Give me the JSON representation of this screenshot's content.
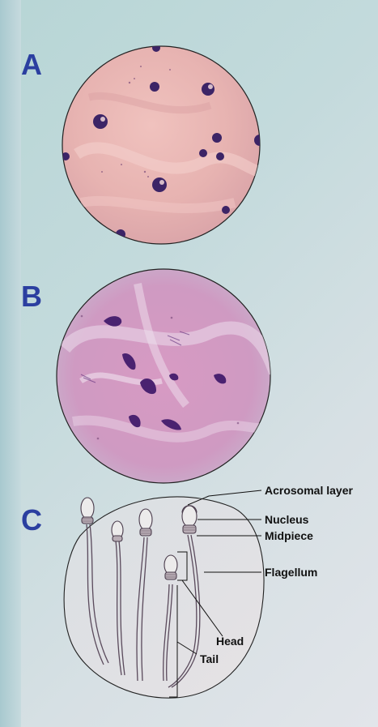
{
  "panels": {
    "a": {
      "label": "A"
    },
    "b": {
      "label": "B"
    },
    "c": {
      "label": "C"
    }
  },
  "labels": {
    "acrosomal": "Acrosomal layer",
    "nucleus": "Nucleus",
    "midpiece": "Midpiece",
    "flagellum": "Flagellum",
    "head": "Head",
    "tail": "Tail"
  },
  "colors": {
    "letter": "#2b3fa0",
    "tissue_a": "#e8b6b4",
    "tissue_b": "#d8a3c6",
    "cell": "#3c2466",
    "sperm": "#e8e6e6"
  }
}
